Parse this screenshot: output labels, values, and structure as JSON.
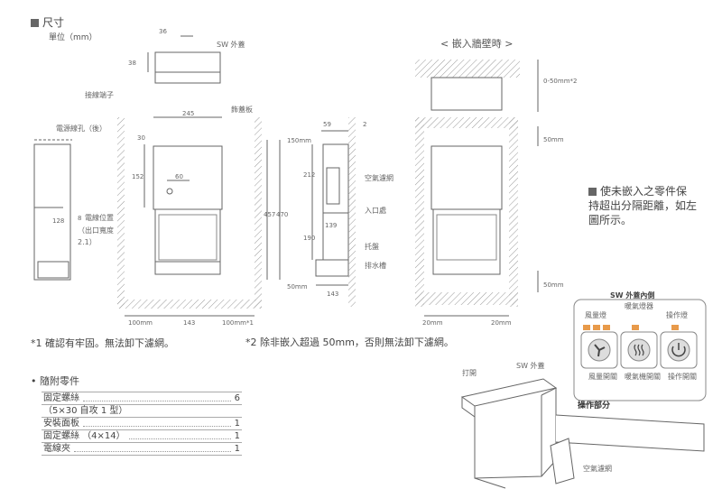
{
  "header": {
    "title": "尺寸",
    "unit": "單位（mm）"
  },
  "front_view": {
    "sw_cover": "SW 外蓋",
    "terminal": "接線端子",
    "power_hole": "電源線孔（後）",
    "decor_panel": "飾蓋板",
    "wire_pos": "電線位置",
    "outlet_height": "（出口寬度",
    "outlet_height_val": "2.1）",
    "dims": {
      "d36": "36",
      "d38": "38",
      "d245": "245",
      "d60": "60",
      "d30": "30",
      "d152": "152",
      "d128": "128",
      "d8": "8",
      "d150mm": "150mm",
      "d50mm": "50mm",
      "d100mm_l": "100mm",
      "d143": "143",
      "d100mm_r": "100mm*1",
      "d457": "457",
      "d470": "470"
    }
  },
  "side_view": {
    "filter": "空氣濾網",
    "inlet": "入口處",
    "tray": "托盤",
    "drain": "排水槽",
    "dims": {
      "d59": "59",
      "d2": "2",
      "d212": "212",
      "d139": "139",
      "d190": "190",
      "d143": "143"
    }
  },
  "embed_view": {
    "title": "< 嵌入牆壁時 >",
    "dims": {
      "gap": "0-50mm*2",
      "top": "50mm",
      "bottom": "50mm",
      "left": "20mm",
      "right": "20mm"
    }
  },
  "tip": "使未嵌入之零件保持超出分隔距離，如左圖所示。",
  "notes": {
    "note1": "*1 確認有牢固。無法卸下濾網。",
    "note2": "*2 除非嵌入超過 50mm，否則無法卸下濾網。"
  },
  "accessories": {
    "title": "隨附零件",
    "rows": [
      {
        "name": "固定螺絲",
        "qty": "6"
      },
      {
        "name": "（5×30 自攻 1 型）",
        "qty": ""
      },
      {
        "name": "安裝面板",
        "qty": "1"
      },
      {
        "name": "固定螺絲 （4×14）",
        "qty": "1"
      },
      {
        "name": "電線夾",
        "qty": "1"
      }
    ]
  },
  "control_panel": {
    "title": "SW 外蓋內側",
    "heater_lamp": "暖氣燈器",
    "fan_lamp": "風量燈",
    "op_lamp": "操作燈",
    "buttons": [
      {
        "label": "風量開關",
        "icon": "fan-icon"
      },
      {
        "label": "暖氣機開關",
        "icon": "heat-icon"
      },
      {
        "label": "操作開關",
        "icon": "power-icon"
      }
    ]
  },
  "iso_view": {
    "open": "打開",
    "sw_cover": "SW 外蓋",
    "op_section": "操作部分",
    "filter": "空氣濾網"
  }
}
